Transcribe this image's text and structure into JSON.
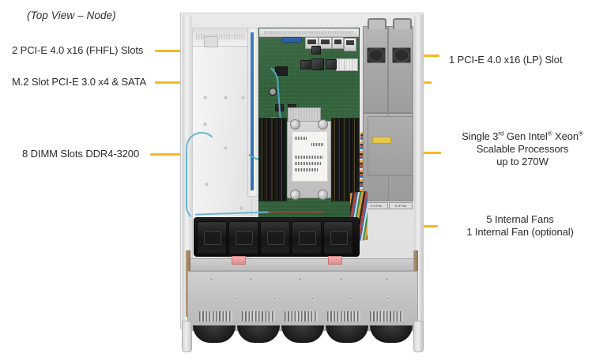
{
  "diagram": {
    "title": "(Top View – Node)",
    "accent_color": "#F5B820",
    "chassis_color": "#c9c9c9",
    "board_color": "#35613c"
  },
  "callouts": {
    "left": [
      {
        "id": "pcie-fhfl",
        "text": "2 PCI-E 4.0 x16 (FHFL) Slots"
      },
      {
        "id": "m2-slot",
        "text": "M.2 Slot PCI-E 3.0 x4 & SATA"
      },
      {
        "id": "dimm",
        "text": "8 DIMM Slots DDR4-3200"
      }
    ],
    "right": [
      {
        "id": "pcie-lp",
        "text": "1 PCI-E 4.0 x16 (LP) Slot"
      },
      {
        "id": "cpu",
        "line1_a": "Single 3",
        "line1_sup": "rd",
        "line1_b": " Gen Intel",
        "line1_reg1": "®",
        "line1_c": " Xeon",
        "line1_reg2": "®",
        "line2": "Scalable Processors",
        "line3": "up to 270W"
      },
      {
        "id": "fans",
        "line1": "5 Internal  Fans",
        "line2": "1 Internal  Fan (optional)"
      }
    ]
  },
  "hardware": {
    "heatsink_label_lines": [
      "CPU",
      "WARNING",
      "HOT SURFACE",
      "DO NOT TOUCH"
    ],
    "psu_count": 2,
    "fan_module_count": 5,
    "dimm_slots_per_bank": 4,
    "front_vent_groups": 5,
    "cage_label": "E-5 Fan"
  }
}
